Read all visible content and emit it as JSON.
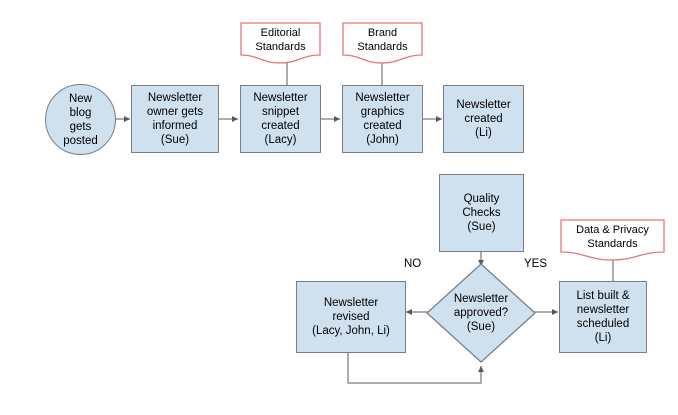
{
  "diagram": {
    "type": "flowchart",
    "title": "",
    "background_color": "#ffffff",
    "node_fill_color": "#cfe0ef",
    "node_border_color": "#7a7f85",
    "note_border_color": "#e8737a",
    "note_fill_color": "#ffffff",
    "connector_color": "#7a7f85"
  },
  "nodes": {
    "start": {
      "label": "New\nblog\ngets\nposted",
      "shape": "circle"
    },
    "owner_informed": {
      "label": "Newsletter\nowner gets\ninformed\n(Sue)",
      "shape": "process"
    },
    "snippet_created": {
      "label": "Newsletter\nsnippet\ncreated\n(Lacy)",
      "shape": "process"
    },
    "graphics_created": {
      "label": "Newsletter\ngraphics\ncreated\n(John)",
      "shape": "process"
    },
    "newsletter_created": {
      "label": "Newsletter\ncreated\n(Li)",
      "shape": "process"
    },
    "quality_checks": {
      "label": "Quality\nChecks\n(Sue)",
      "shape": "process"
    },
    "approved_decision": {
      "label": "Newsletter\napproved?\n(Sue)",
      "shape": "diamond"
    },
    "newsletter_revised": {
      "label": "Newsletter\nrevised\n(Lacy, John, Li)",
      "shape": "process"
    },
    "list_built": {
      "label": "List built &\nnewsletter\nscheduled\n(Li)",
      "shape": "process"
    }
  },
  "notes": {
    "editorial_standards": {
      "label": "Editorial\nStandards",
      "attached_to": "snippet_created"
    },
    "brand_standards": {
      "label": "Brand\nStandards",
      "attached_to": "graphics_created"
    },
    "data_privacy_standards": {
      "label": "Data & Privacy\nStandards",
      "attached_to": "list_built"
    }
  },
  "edge_labels": {
    "no": "NO",
    "yes": "YES"
  }
}
